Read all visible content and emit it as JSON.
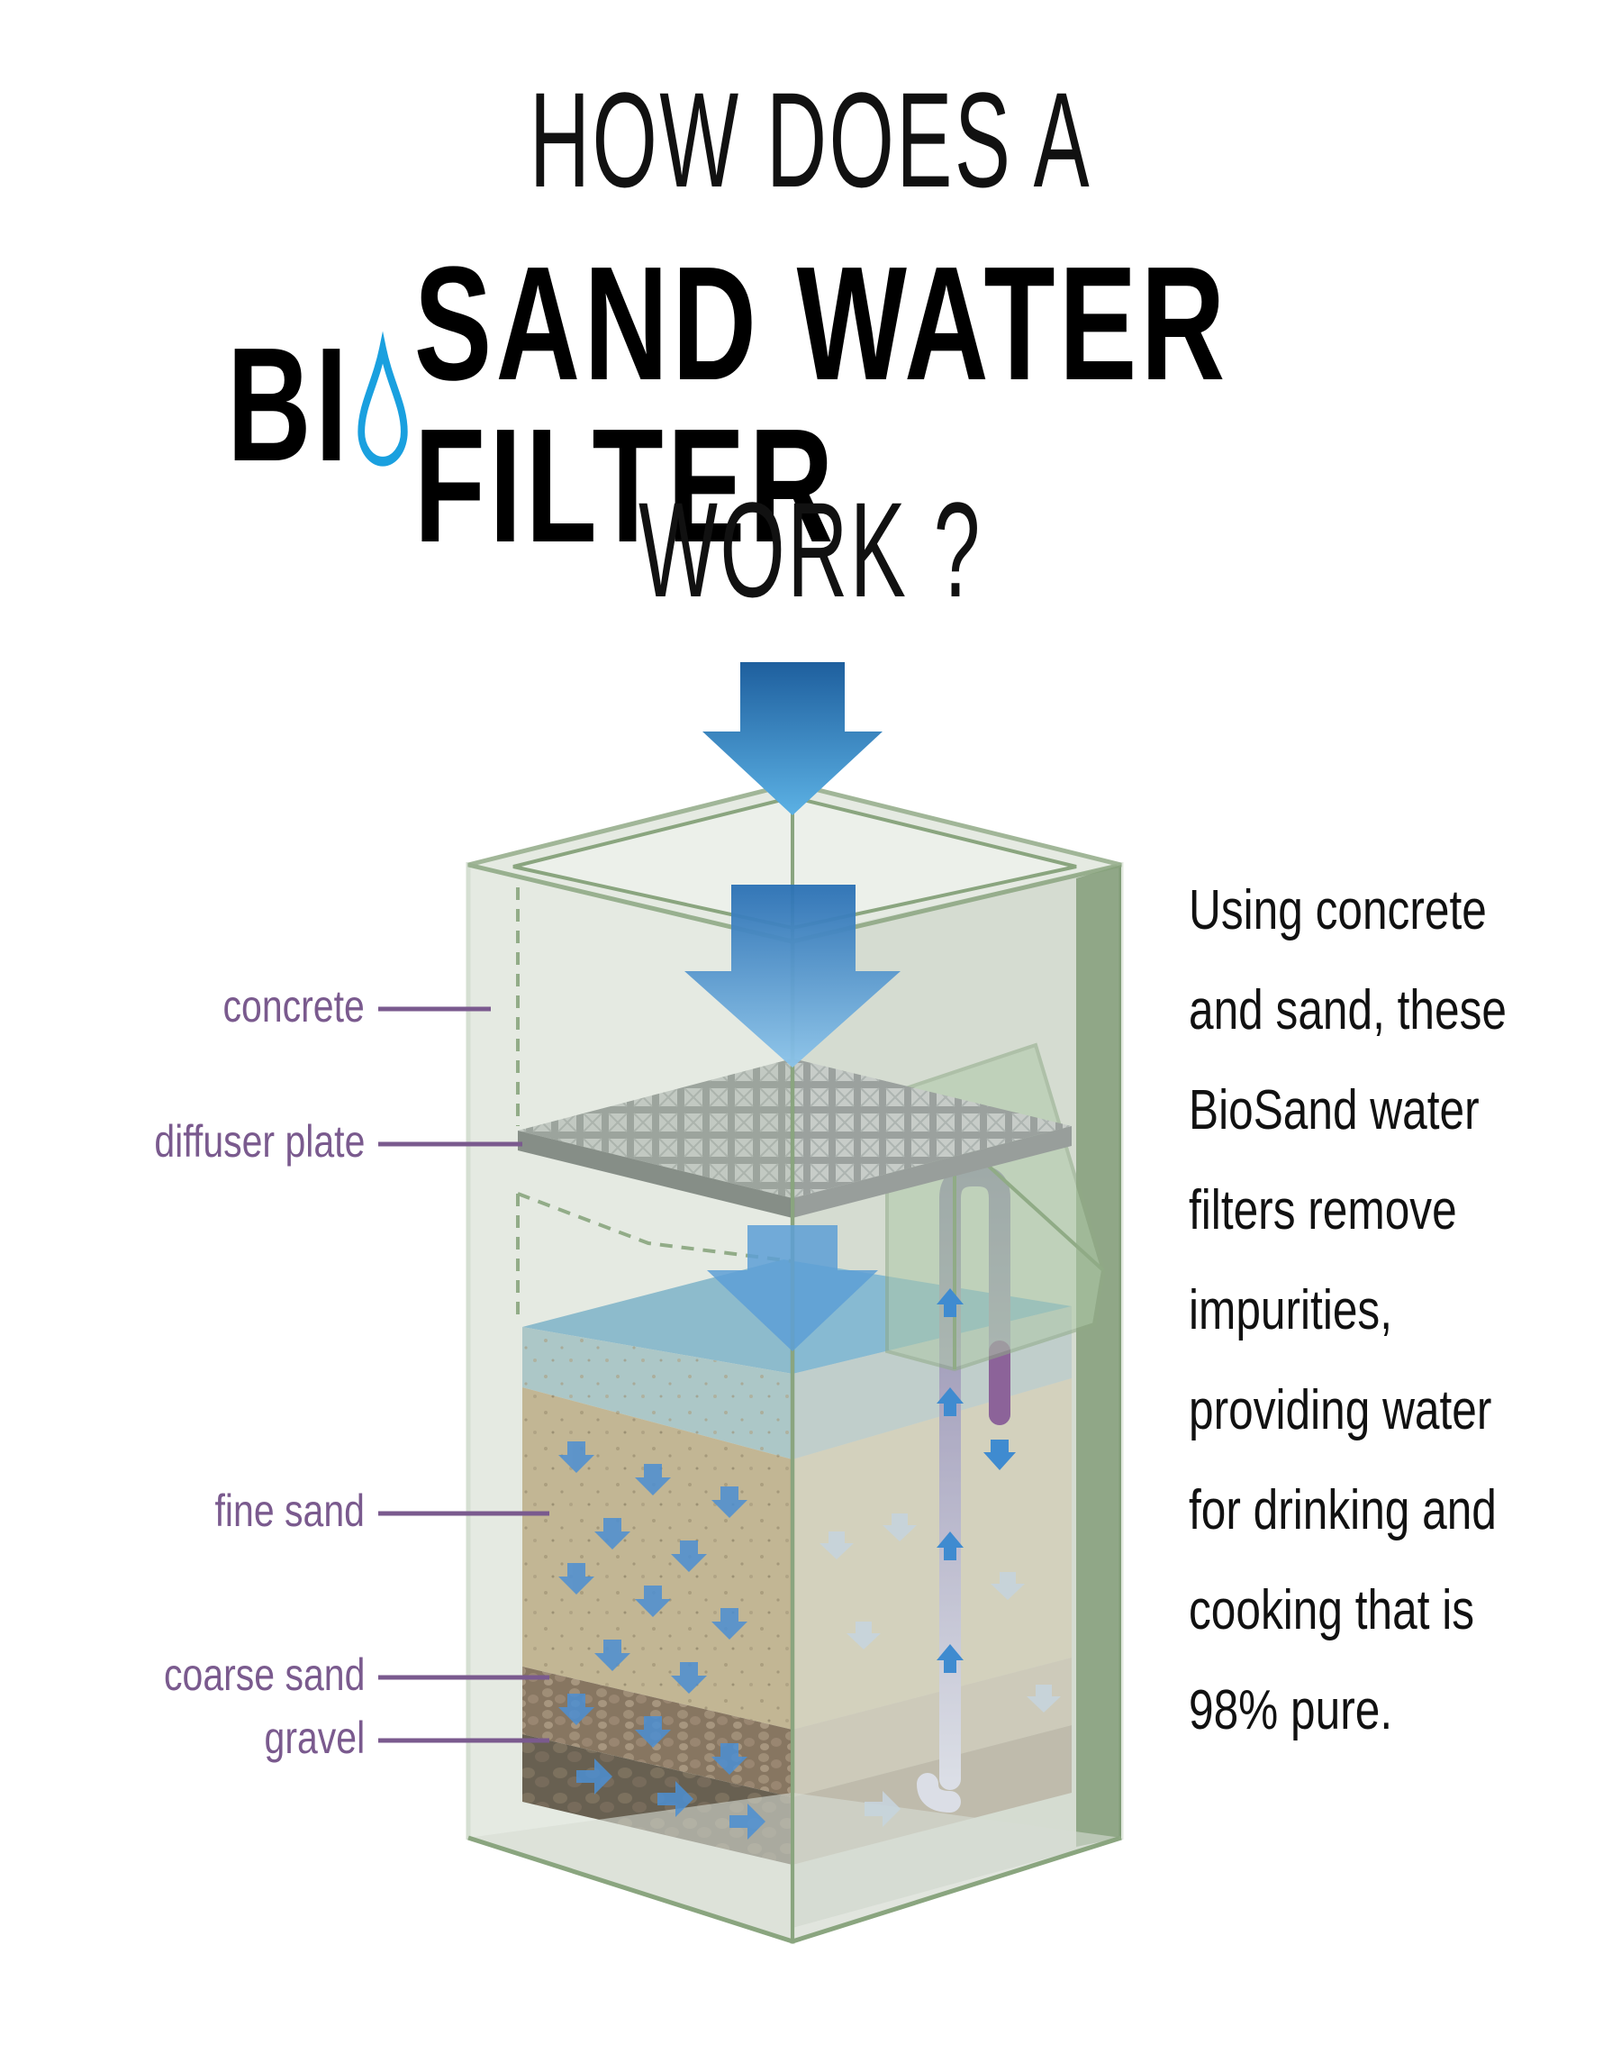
{
  "title": {
    "line1": "HOW DOES A",
    "line2_before": "BI",
    "line2_after": "SAND WATER FILTER",
    "line3": "WORK ?"
  },
  "labels": {
    "concrete": "concrete",
    "diffuser_plate": "diffuser plate",
    "fine_sand": "fine sand",
    "coarse_sand": "coarse sand",
    "gravel": "gravel"
  },
  "description": [
    "Using concrete",
    "and sand, these",
    "BioSand water",
    "filters remove",
    "impurities,",
    "providing water",
    "for drinking and",
    "cooking that is",
    "98% pure."
  ],
  "icons": {
    "title_drop": "water-drop-icon",
    "flow_arrows": "arrow-icon"
  },
  "colors": {
    "label_purple": "#7a5a8e",
    "drop_blue": "#1aa0df",
    "arrow_dark": "#1e63a4",
    "arrow_light": "#5aa9de",
    "concrete_green": "#8aa57f",
    "fine_sand": "#cbb08c",
    "coarse_sand": "#7a5540",
    "gravel": "#4d3428"
  }
}
